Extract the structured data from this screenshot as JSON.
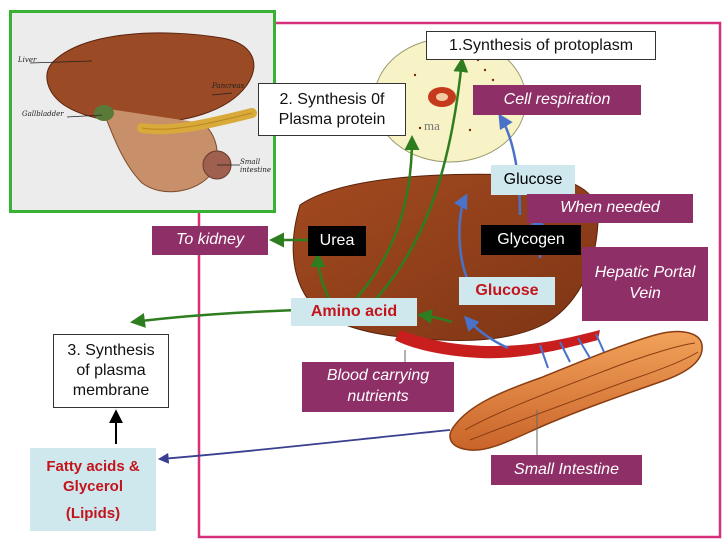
{
  "labels": {
    "synthesis_protoplasm": "1.Synthesis of protoplasm",
    "synthesis_plasma_protein": "2. Synthesis 0f Plasma protein",
    "cell_respiration": "Cell respiration",
    "glucose_top": "Glucose",
    "when_needed": "When needed",
    "to_kidney": "To kidney",
    "urea": "Urea",
    "glycogen": "Glycogen",
    "hepatic_portal_vein": "Hepatic Portal Vein",
    "amino_acid": "Amino acid",
    "glucose_mid": "Glucose",
    "synthesis_plasma_membrane": "3. Synthesis of plasma membrane",
    "blood_carrying_nutrients": "Blood carrying nutrients",
    "small_intestine": "Small Intestine",
    "fatty_acids": "Fatty acids & Glycerol",
    "lipids": "(Lipids)",
    "cell_partial_text": "ma"
  },
  "inset": {
    "liver": "Liver",
    "pancreas": "Pancreas",
    "gallbladder": "Gallbladder",
    "small_intestine": "Small intestine"
  },
  "colors": {
    "frame_magenta": "#d6307c",
    "inset_border": "#37b233",
    "label_plum": "#8f2f67",
    "arrow_green": "#2e7d1e",
    "arrow_blue": "#4a72c8",
    "liver_brown": "#94421c",
    "cell_yellow": "#f7f3c6",
    "light_blue_box": "#cfe8ee",
    "text_red": "#c4141b"
  }
}
